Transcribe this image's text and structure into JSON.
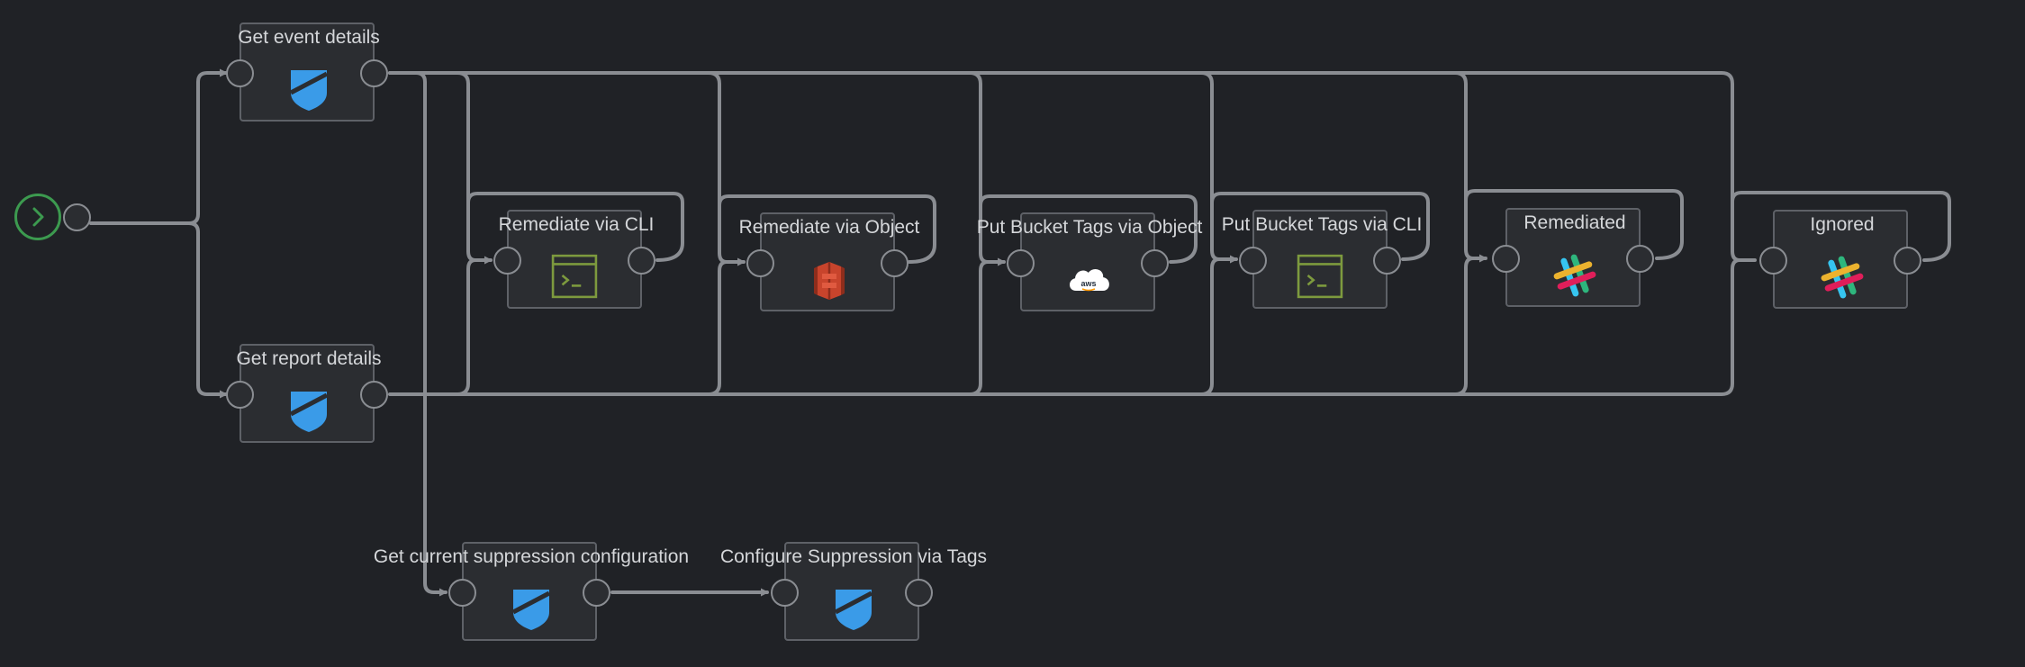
{
  "workflow": {
    "start": {
      "label": ""
    },
    "nodes": {
      "get_event_details": {
        "label": "Get event details",
        "icon": "shield-icon"
      },
      "get_report_details": {
        "label": "Get report details",
        "icon": "shield-icon"
      },
      "remediate_cli": {
        "label": "Remediate via CLI",
        "icon": "terminal-icon"
      },
      "remediate_object": {
        "label": "Remediate via Object",
        "icon": "aws-s3-icon"
      },
      "put_tags_object": {
        "label": "Put Bucket Tags via Object",
        "icon": "aws-cloud-icon"
      },
      "put_tags_cli": {
        "label": "Put Bucket Tags via CLI",
        "icon": "terminal-icon"
      },
      "remediated": {
        "label": "Remediated",
        "icon": "slack-icon"
      },
      "ignored": {
        "label": "Ignored",
        "icon": "slack-icon"
      },
      "get_suppression": {
        "label": "Get current suppression configuration",
        "icon": "shield-icon"
      },
      "configure_suppression": {
        "label": "Configure Suppression via Tags",
        "icon": "shield-icon"
      }
    },
    "aws_badge": "aws",
    "colors": {
      "background": "#202226",
      "edge": "#8a8d92",
      "start": "#3c9a4f",
      "shield": "#3a9be8",
      "terminal": "#7d9a3e",
      "s3": "#c8442c"
    }
  }
}
